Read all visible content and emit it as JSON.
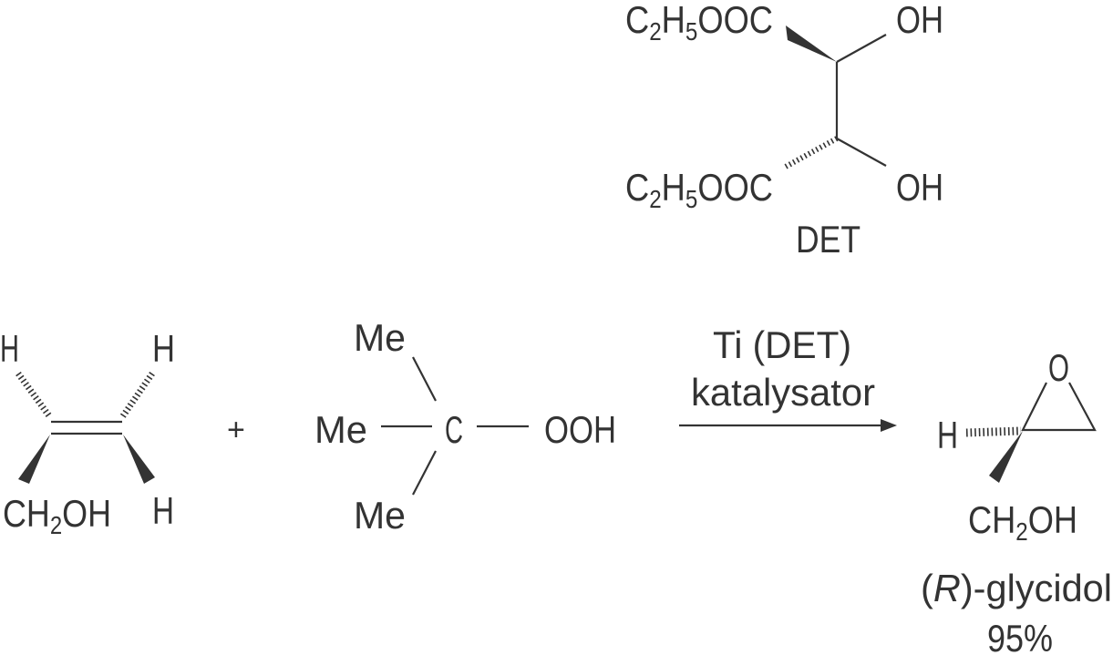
{
  "det": {
    "ester_top": {
      "main": "C",
      "sub1": "2",
      "mid": "H",
      "sub2": "5",
      "tail": "OOC"
    },
    "oh_top": "OH",
    "ester_bottom": {
      "main": "C",
      "sub1": "2",
      "mid": "H",
      "sub2": "5",
      "tail": "OOC"
    },
    "oh_bottom": "OH",
    "label": "DET"
  },
  "allyl_alcohol": {
    "h_top_left": "H",
    "h_top_right": "H",
    "ch2oh": {
      "a": "CH",
      "sub": "2",
      "b": "OH"
    },
    "h_bottom_right": "H"
  },
  "plus": "+",
  "tbhp": {
    "me_top": "Me",
    "me_left": "Me",
    "center": "C",
    "ooh": "OOH",
    "me_bottom": "Me"
  },
  "reaction": {
    "reagent_line1": "Ti (DET)",
    "reagent_line2": "katalysator"
  },
  "product": {
    "o": "O",
    "h": "H",
    "ch2oh": {
      "a": "CH",
      "sub": "2",
      "b": "OH"
    },
    "name_paren_open": "(",
    "name_r": "R",
    "name_rest": ")-glycidol",
    "yield": "95%"
  }
}
